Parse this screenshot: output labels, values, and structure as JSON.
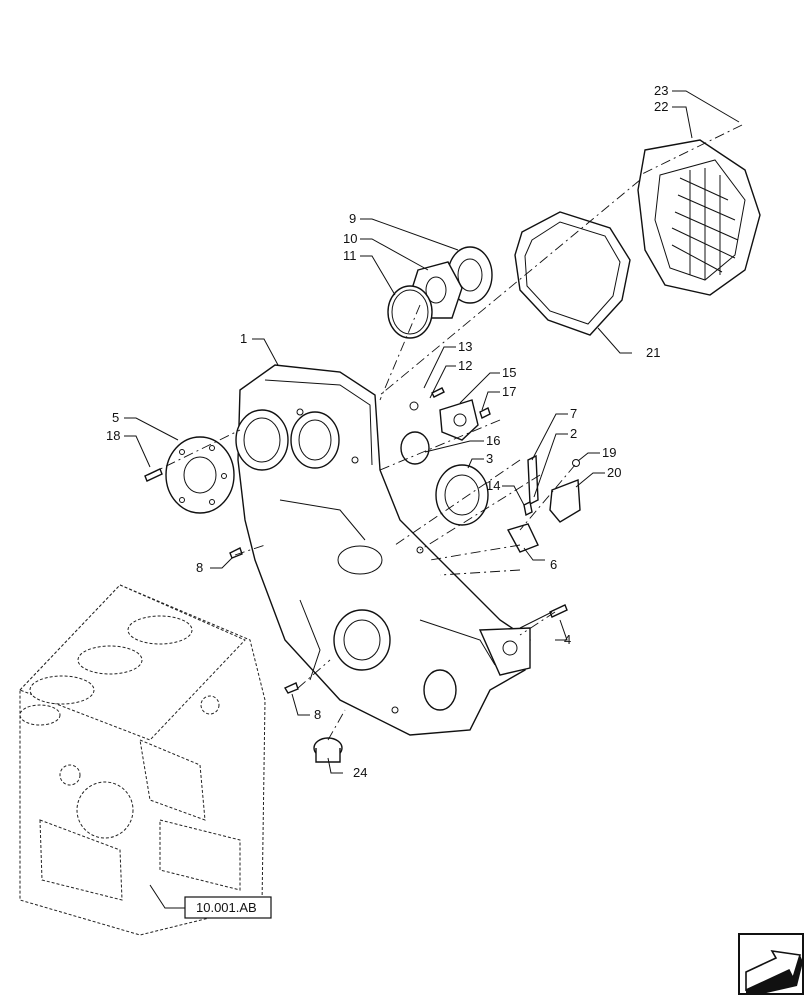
{
  "callouts": {
    "c1": "1",
    "c2": "2",
    "c3": "3",
    "c4": "4",
    "c5": "5",
    "c6": "6",
    "c7": "7",
    "c8a": "8",
    "c8b": "8",
    "c9": "9",
    "c10": "10",
    "c11": "11",
    "c12": "12",
    "c13": "13",
    "c14": "14",
    "c15": "15",
    "c16": "16",
    "c17": "17",
    "c18": "18",
    "c19": "19",
    "c20": "20",
    "c21": "21",
    "c22": "22",
    "c23": "23",
    "c24": "24"
  },
  "reference": {
    "label": "10.001.AB"
  },
  "nav_icon": "next-page-arrow-icon"
}
